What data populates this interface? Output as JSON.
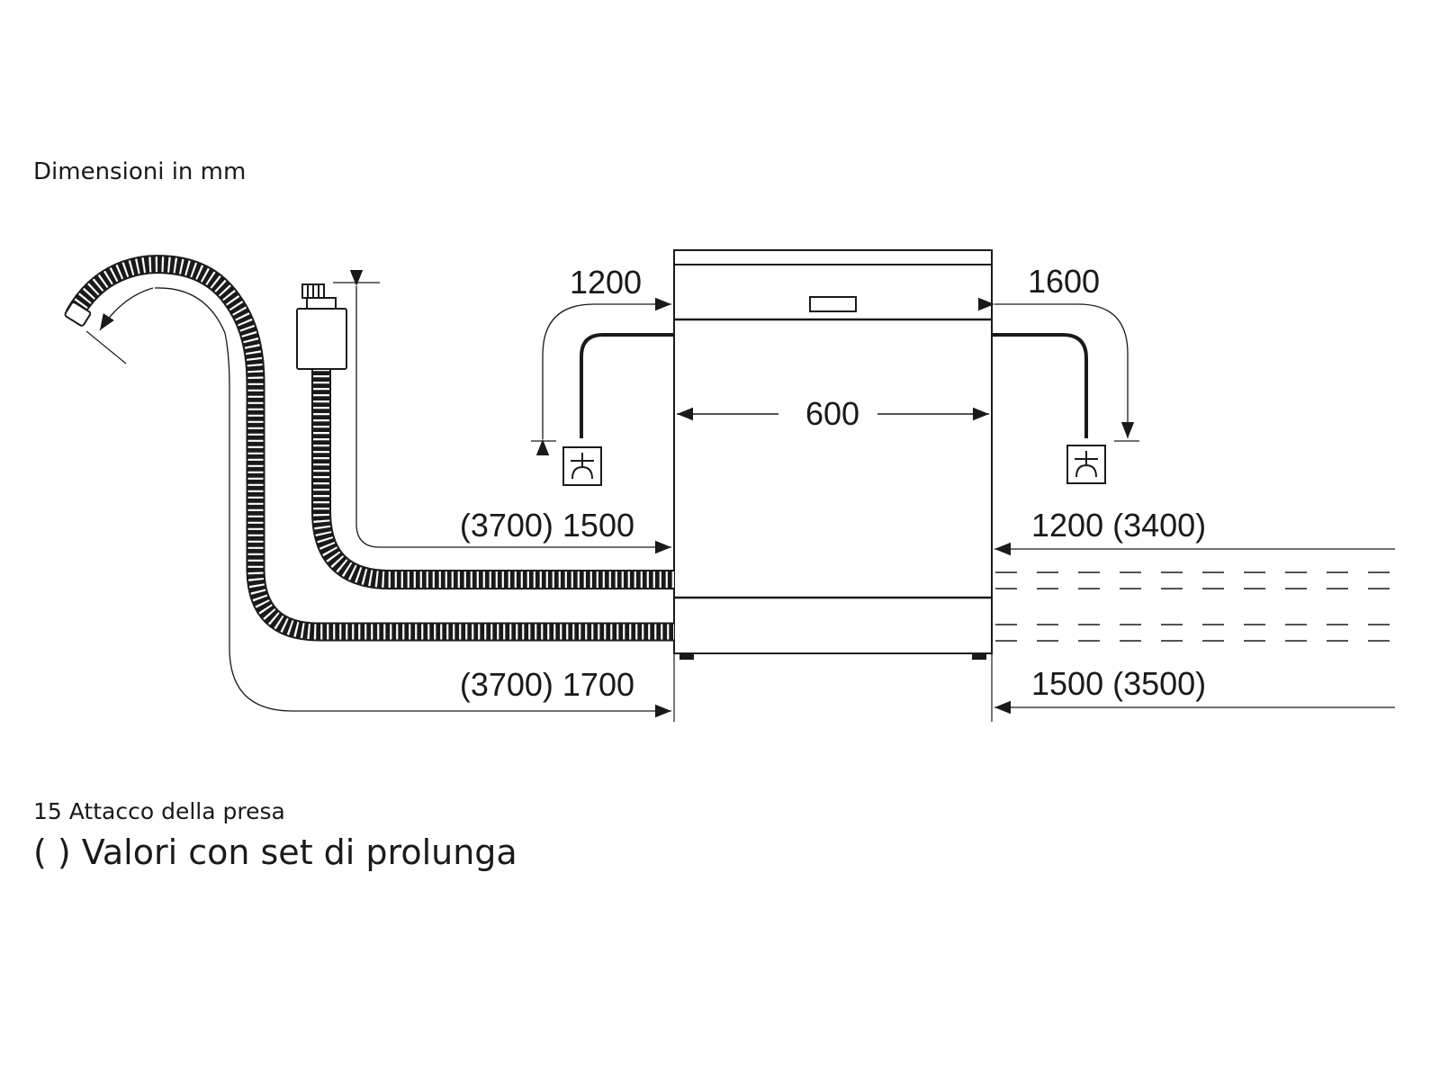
{
  "title": "Dimensioni in mm",
  "dimensions": {
    "top_left": "1200",
    "top_right": "1600",
    "width": "600",
    "inlet_left": "(3700) 1500",
    "inlet_right": "1200 (3400)",
    "drain_left": "(3700) 1700",
    "drain_right": "1500 (3500)"
  },
  "notes": {
    "socket": "15 Attacco della presa",
    "extension": "( ) Valori con set di prolunga"
  }
}
